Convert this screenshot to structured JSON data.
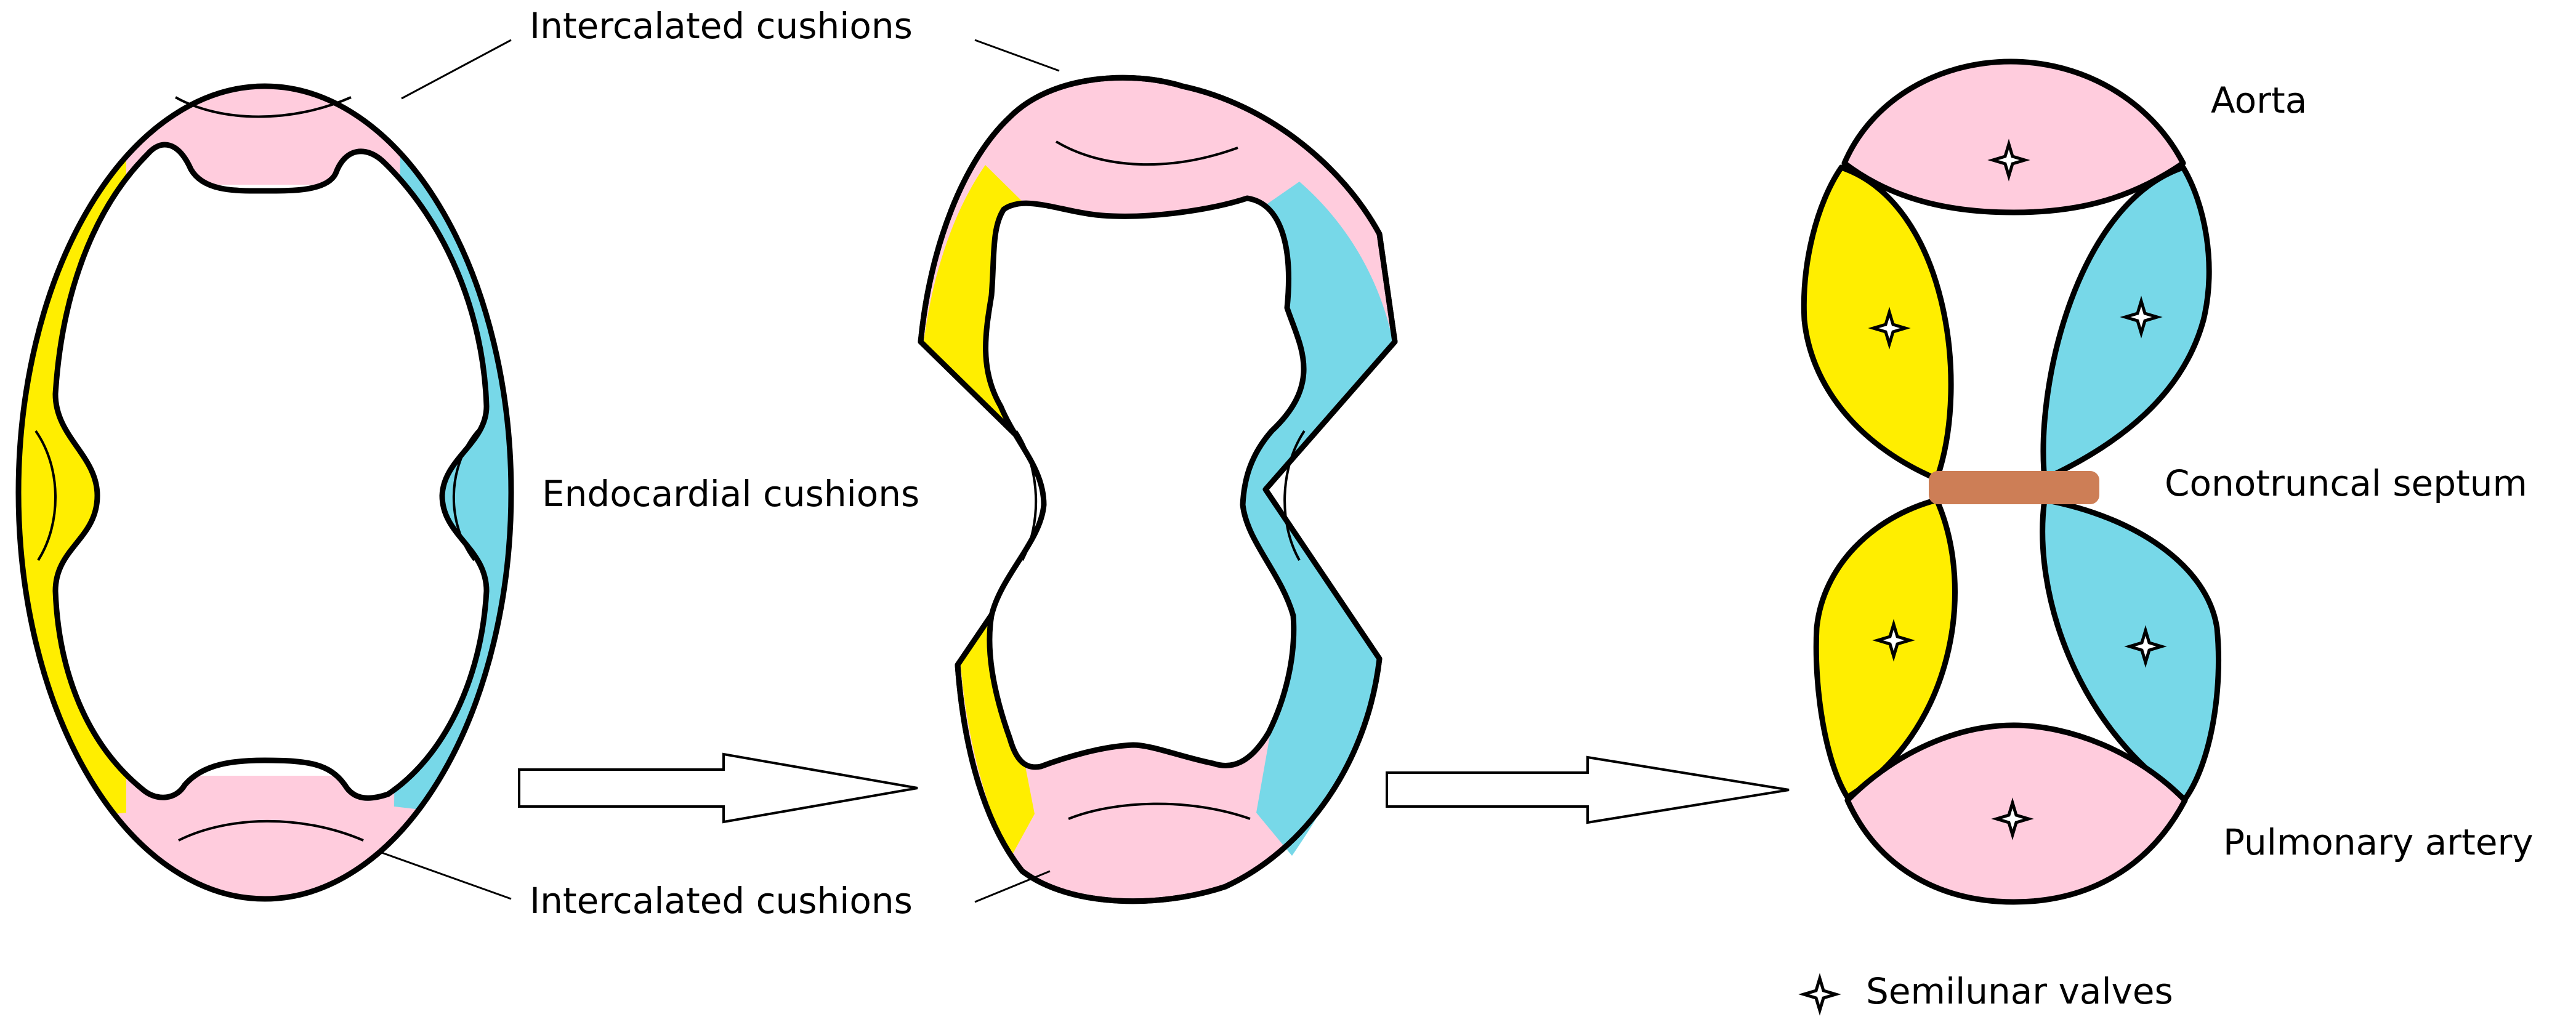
{
  "labels": {
    "intercalated_top": "Intercalated cushions",
    "intercalated_bottom": "Intercalated cushions",
    "endocardial": "Endocardial cushions",
    "aorta": "Aorta",
    "conotruncal": "Conotruncal septum",
    "pulmonary": "Pulmonary artery",
    "legend": "Semilunar valves"
  },
  "icons": {
    "valve_marker": "four-point-star-icon",
    "stage_arrow": "hollow-right-arrow-icon"
  },
  "colors": {
    "intercalated_cushion": "#ffccdd",
    "endocardial_cushion_left": "#ffee00",
    "endocardial_cushion_right": "#77d8e8",
    "conotruncal_septum": "#cd7e56",
    "outline": "#000000"
  }
}
